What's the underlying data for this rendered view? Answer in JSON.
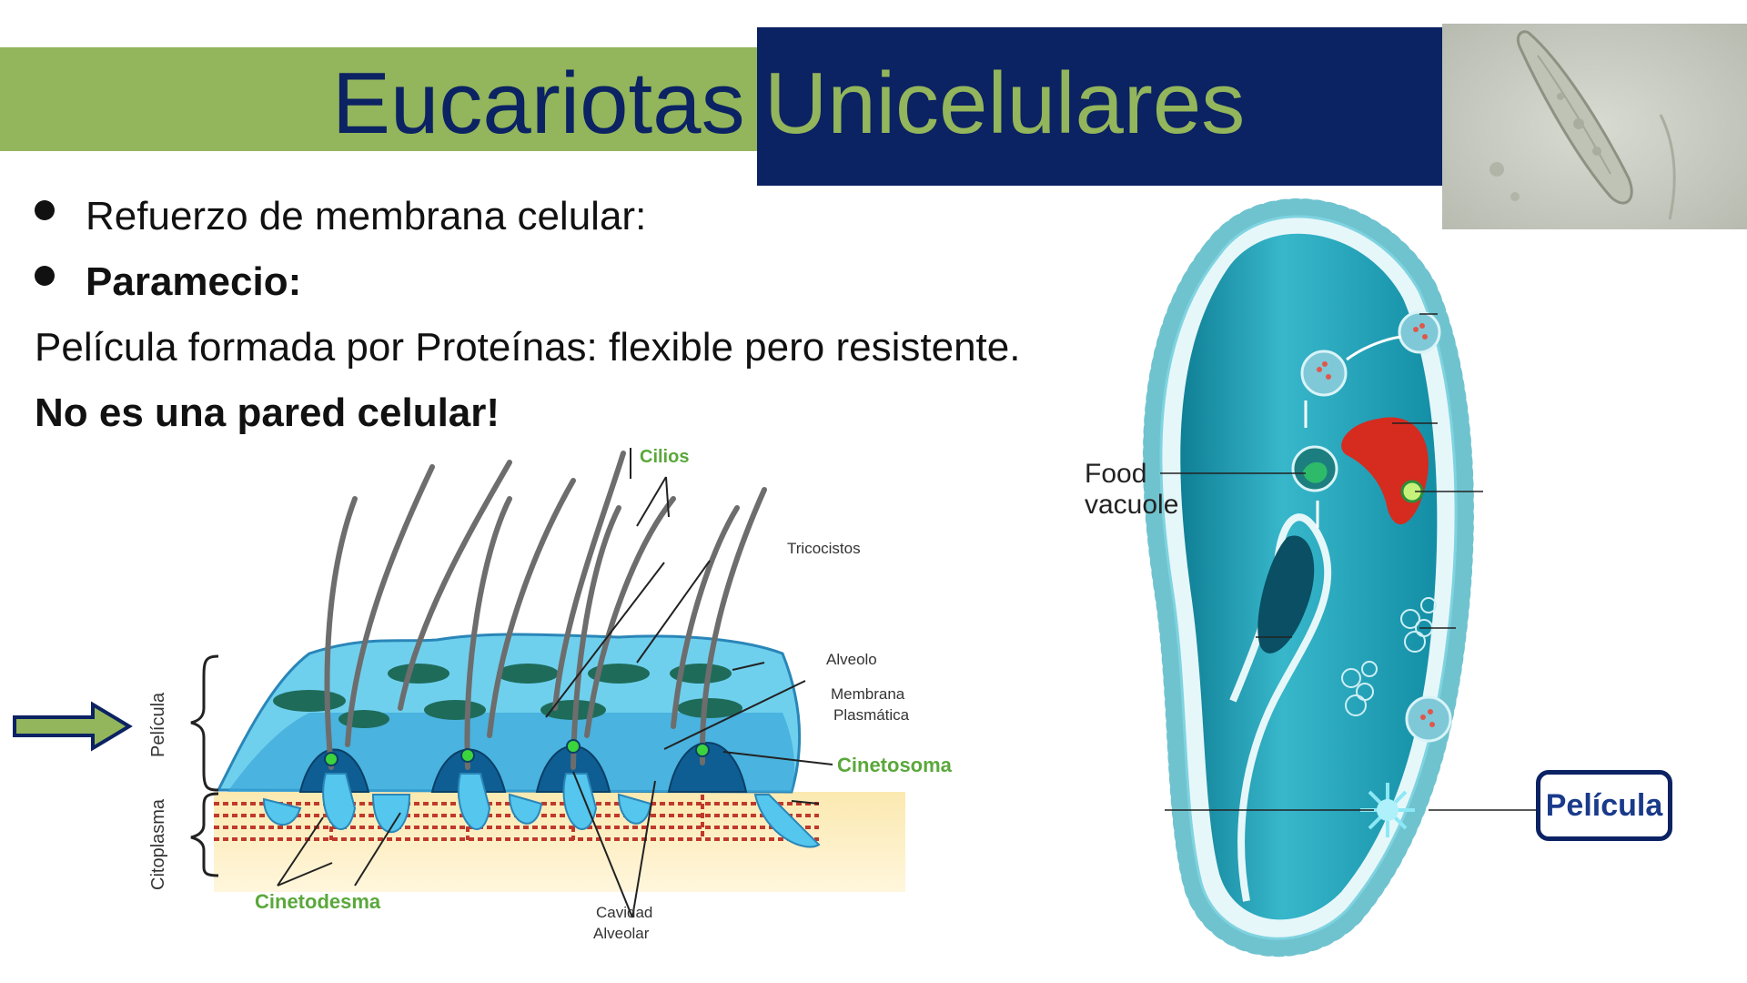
{
  "header": {
    "title_part1": "Eucariotas",
    "title_part2": "Unicelulares"
  },
  "content": {
    "bullets": [
      "Refuerzo de membrana celular:",
      "Paramecio:"
    ],
    "line1": "Película formada por Proteínas: flexible pero resistente.",
    "line2": "No es una pared celular!"
  },
  "left_diagram": {
    "labels": {
      "cilios": "Cilios",
      "tricocistos": "Tricocistos",
      "alveolo": "Alveolo",
      "membrana_l1": "Membrana",
      "membrana_l2": "Plasmática",
      "cinetosoma": "Cinetosoma",
      "cinetodesma": "Cinetodesma",
      "cavidad_l1": "Cavidad",
      "cavidad_l2": "Alveolar",
      "pelicula": "Película",
      "citoplasma": "Citoplasma"
    }
  },
  "right_diagram": {
    "food_l1": "Food",
    "food_l2": "vacuole",
    "pelicula_box": "Película"
  },
  "colors": {
    "navy": "#0b2263",
    "green": "#93b55b",
    "cell": "#1a9bb0",
    "cell_light": "#7fd3e0"
  }
}
